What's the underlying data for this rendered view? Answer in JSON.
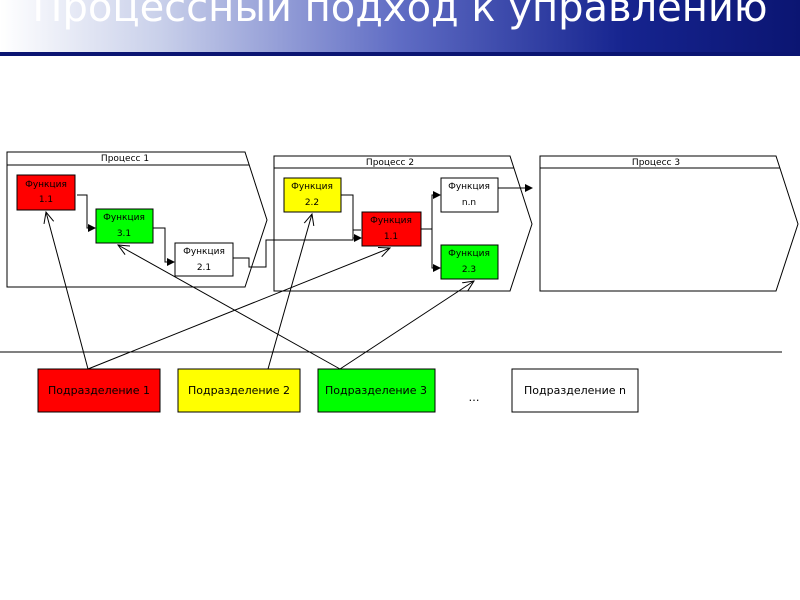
{
  "slide": {
    "title": "Процессный подход к управлению"
  },
  "processes": [
    "Процесс 1",
    "Процесс 2",
    "Процесс 3"
  ],
  "functions": {
    "f11": {
      "line1": "Функция",
      "line2": "1.1"
    },
    "f31": {
      "line1": "Функция",
      "line2": "3.1"
    },
    "f21a": {
      "line1": "Функция",
      "line2": "2.1"
    },
    "f22": {
      "line1": "Функция",
      "line2": "2.2"
    },
    "f11b": {
      "line1": "Функция",
      "line2": "1.1"
    },
    "fnn": {
      "line1": "Функция",
      "line2": "n.n"
    },
    "f23": {
      "line1": "Функция",
      "line2": "2.3"
    }
  },
  "departments": [
    "Подразделение 1",
    "Подразделение 2",
    "Подразделение 3",
    "…",
    "Подразделение n"
  ],
  "colors": {
    "red": "#ff0000",
    "yellow": "#ffff00",
    "green": "#00ff00",
    "header_dark": "#0b1572"
  }
}
